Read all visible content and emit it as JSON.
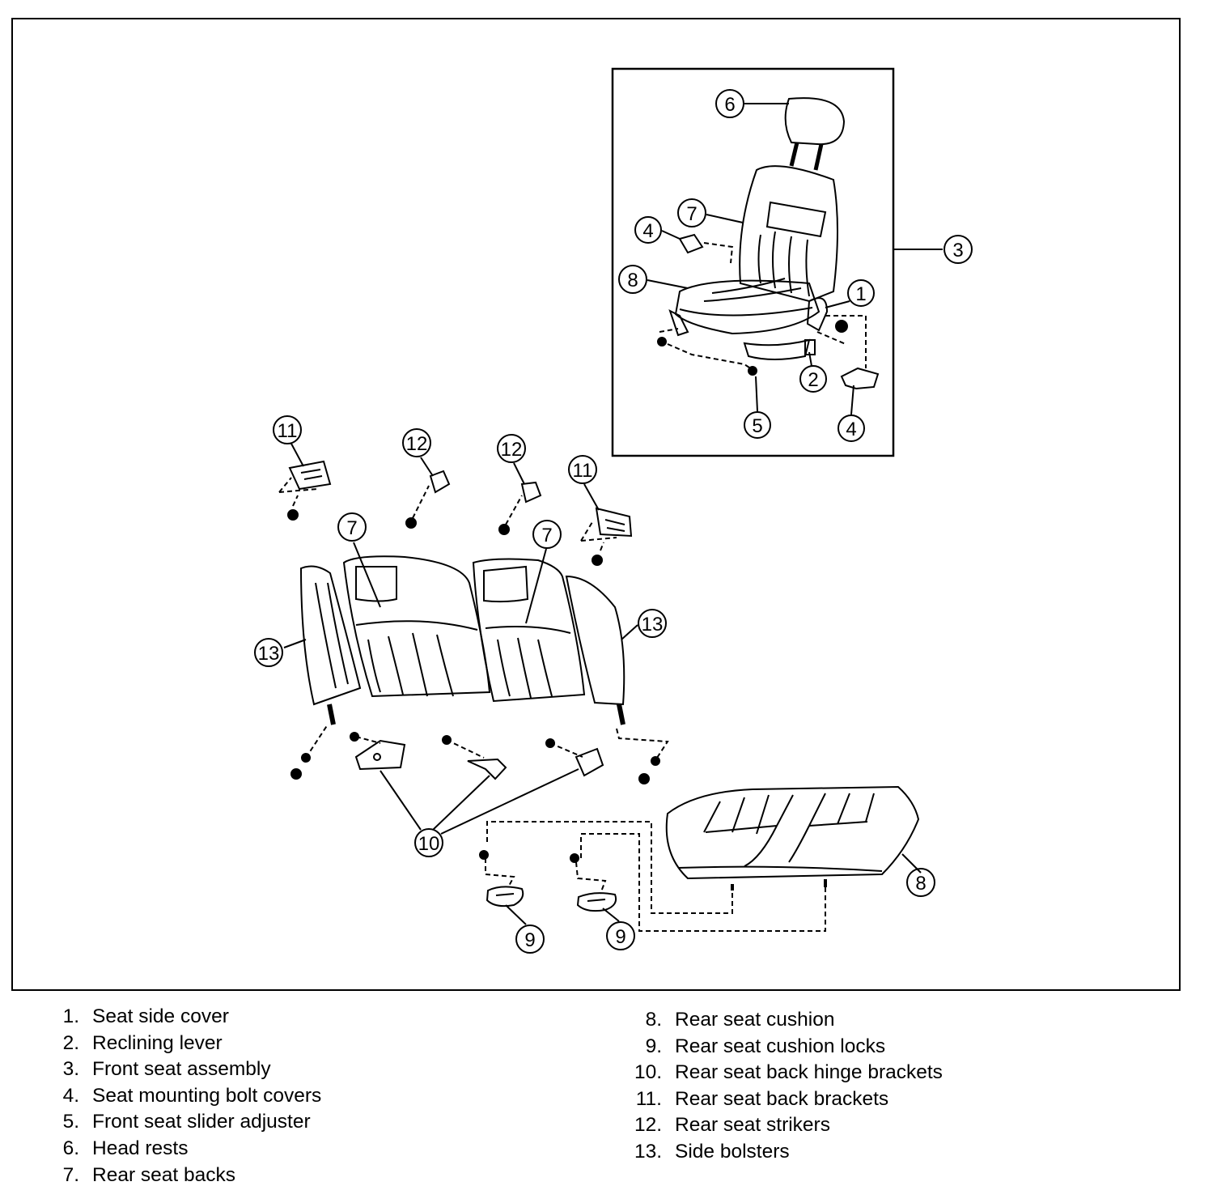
{
  "callouts": [
    "1",
    "2",
    "3",
    "4",
    "5",
    "6",
    "7",
    "8",
    "9",
    "10",
    "11",
    "12",
    "13"
  ],
  "legend": {
    "left": [
      {
        "num": "1.",
        "text": "Seat side cover"
      },
      {
        "num": "2.",
        "text": "Reclining lever"
      },
      {
        "num": "3.",
        "text": "Front seat assembly"
      },
      {
        "num": "4.",
        "text": "Seat mounting bolt covers"
      },
      {
        "num": "5.",
        "text": "Front seat slider adjuster"
      },
      {
        "num": "6.",
        "text": "Head rests"
      },
      {
        "num": "7.",
        "text": "Rear seat backs"
      }
    ],
    "right": [
      {
        "num": "8.",
        "text": "Rear seat cushion"
      },
      {
        "num": "9.",
        "text": "Rear seat cushion locks"
      },
      {
        "num": "10.",
        "text": "Rear seat back hinge brackets"
      },
      {
        "num": "11.",
        "text": "Rear seat back brackets"
      },
      {
        "num": "12.",
        "text": "Rear seat strikers"
      },
      {
        "num": "13.",
        "text": "Side bolsters"
      }
    ]
  }
}
